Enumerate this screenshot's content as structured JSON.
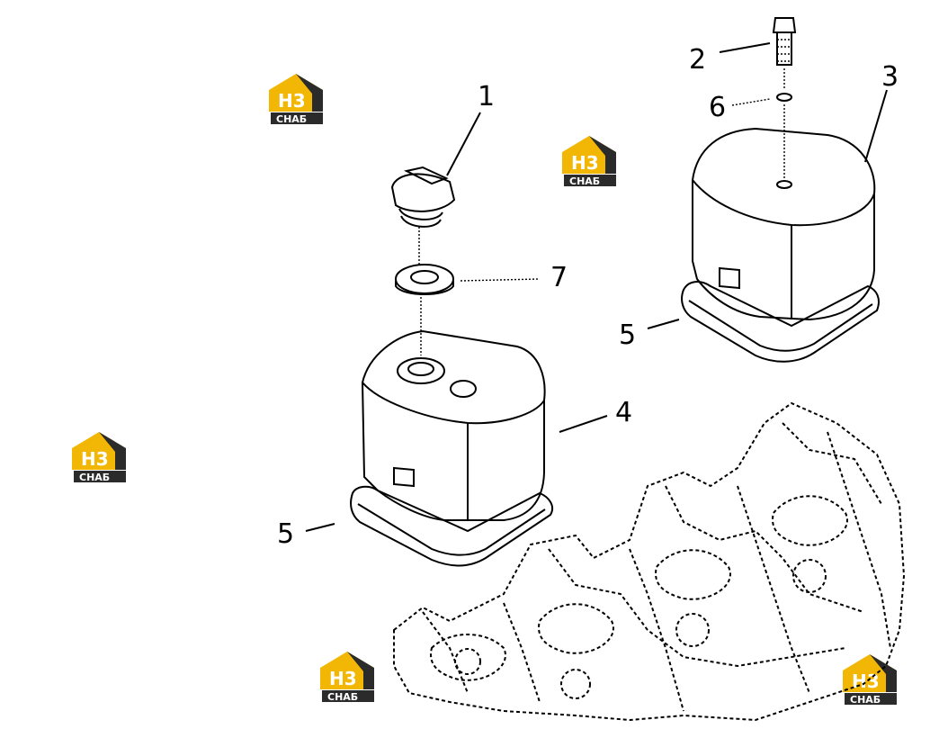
{
  "callouts": [
    {
      "id": "c1",
      "text": "1"
    },
    {
      "id": "c2",
      "text": "2"
    },
    {
      "id": "c3",
      "text": "3"
    },
    {
      "id": "c4",
      "text": "4"
    },
    {
      "id": "c5a",
      "text": "5"
    },
    {
      "id": "c5b",
      "text": "5"
    },
    {
      "id": "c6",
      "text": "6"
    },
    {
      "id": "c7",
      "text": "7"
    }
  ],
  "watermark": {
    "top": "H3",
    "bottom": "СНАБ",
    "accent_color": "#f2b705",
    "dark_color": "#2b2b2b"
  }
}
